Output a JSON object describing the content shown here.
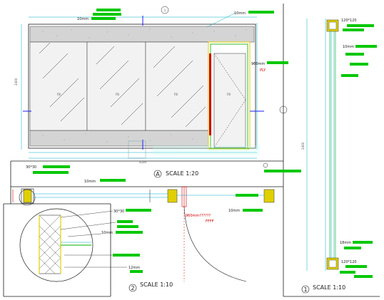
{
  "drawing": {
    "scales": [
      {
        "id": "A",
        "marker": "A",
        "label": "SCALE 1:20"
      },
      {
        "id": "2",
        "marker": "2",
        "label": "SCALE 1:10"
      },
      {
        "id": "1",
        "marker": "1",
        "label": "SCALE 1:10"
      }
    ],
    "callouts": {
      "top_left_10mm": "10mm",
      "top_right_10mm": "10mm",
      "door_960": "960mm",
      "door_ref": "PLY",
      "section_10mm": "10mm",
      "section_960": "960mm??????",
      "section_ref": "FFFF",
      "section_10mm_b": "10mm",
      "detail_30": "30*30",
      "detail_10mm": "10mm",
      "detail_12mm": "12mm",
      "plan_30": "30*30",
      "right_top": "120*120",
      "right_10mm": "10mm",
      "right_18mm": "18mm",
      "right_bottom": "120*120"
    },
    "panel_codes": [
      "F8",
      "F8",
      "F8",
      "F8"
    ],
    "dimensions": {
      "width_total": "4200",
      "height_total": "2400"
    },
    "colors": {
      "label_green": "#00c800",
      "outline": "#1a1a1a",
      "glass_hatch": "#333333",
      "frame_yellow": "#e0d000",
      "frame_green": "#00b000",
      "door_red": "#cc0000",
      "cyan": "#00aacc",
      "blue": "#1a1aff",
      "stone": "#cfcfcf"
    }
  }
}
